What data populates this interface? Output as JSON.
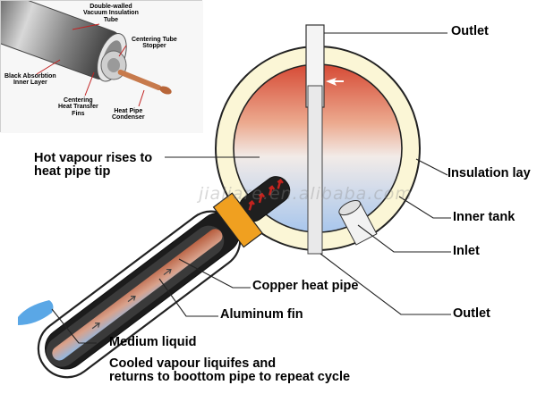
{
  "labels": {
    "outlet_top": "Outlet",
    "insulation_layer": "Insulation lay",
    "inner_tank": "Inner tank",
    "inlet": "Inlet",
    "outlet_bottom": "Outlet",
    "hot_vapour_line1": "Hot vapour rises to",
    "hot_vapour_line2": "heat pipe tip",
    "copper_heat_pipe": "Copper heat pipe",
    "aluminum_fin": "Aluminum fin",
    "medium_liquid": "Medium liquid",
    "cooled_vapour_line1": "Cooled vapour liquifes and",
    "cooled_vapour_line2": "returns to boottom pipe to repeat cycle"
  },
  "inset": {
    "double_walled_line1": "Double-walled",
    "double_walled_line2": "Vacuum Insulation",
    "double_walled_line3": "Tube",
    "centering_stopper_line1": "Centering Tube",
    "centering_stopper_line2": "Stopper",
    "black_absorption_line1": "Black Absorbtion",
    "black_absorption_line2": "Inner Layer",
    "centering_fins_line1": "Centering",
    "centering_fins_line2": "Heat Transfer",
    "centering_fins_line3": "Fins",
    "condenser_line1": "Heat Pipe",
    "condenser_line2": "Condenser"
  },
  "watermark": "jiajiare.en.alibaba.com",
  "colors": {
    "tank_hot": "#d9503a",
    "tank_cold": "#bcd3ee",
    "insulation": "#fbf6d6",
    "copper": "#c87a55",
    "stopper": "#f0a020",
    "arrow_red": "#b8201c"
  }
}
